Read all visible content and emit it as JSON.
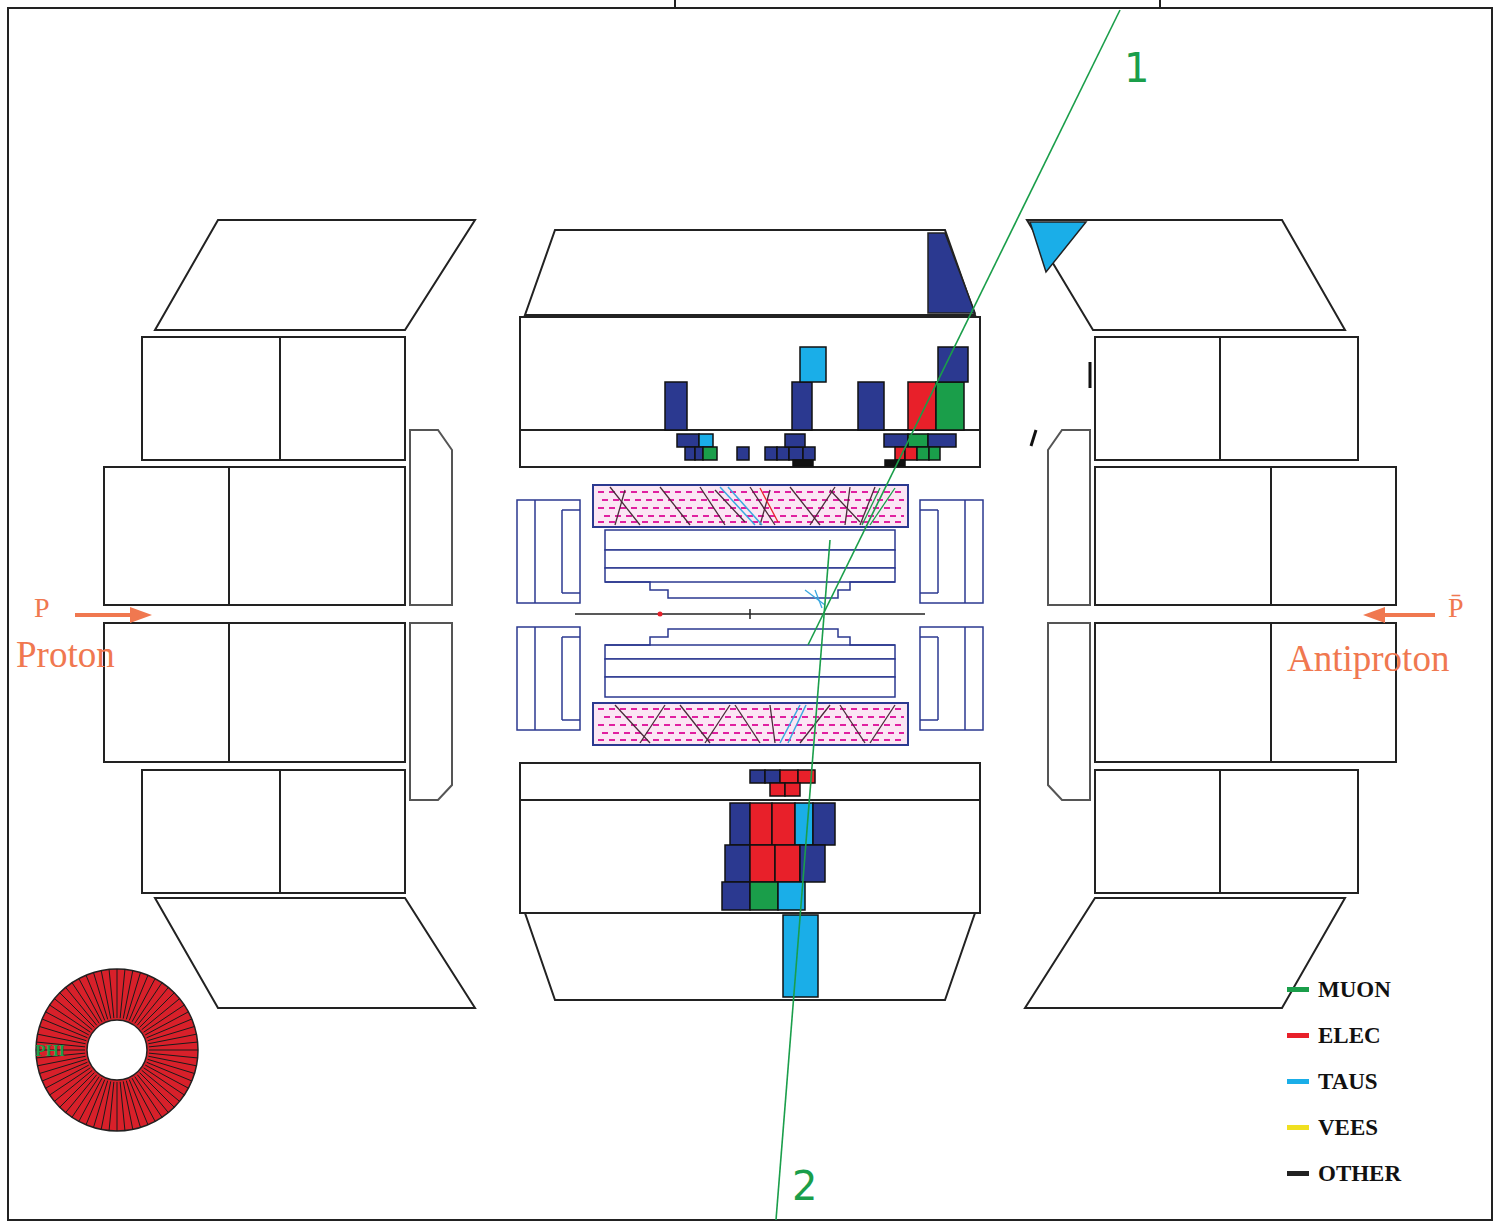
{
  "diagram": {
    "nodes": [
      {
        "text": [
          "PHI"
        ]
      }
    ],
    "labels": [
      "1",
      "2",
      "P",
      "Proton",
      "P̄",
      "Antiproton"
    ],
    "legend": [
      {
        "text": "MUON",
        "color": "#1a9e4a"
      },
      {
        "text": "ELEC",
        "color": "#e8202a"
      },
      {
        "text": "TAUS",
        "color": "#1aaee8"
      },
      {
        "text": "VEES",
        "color": "#f0e020"
      },
      {
        "text": "OTHER",
        "color": "#222222"
      }
    ]
  }
}
